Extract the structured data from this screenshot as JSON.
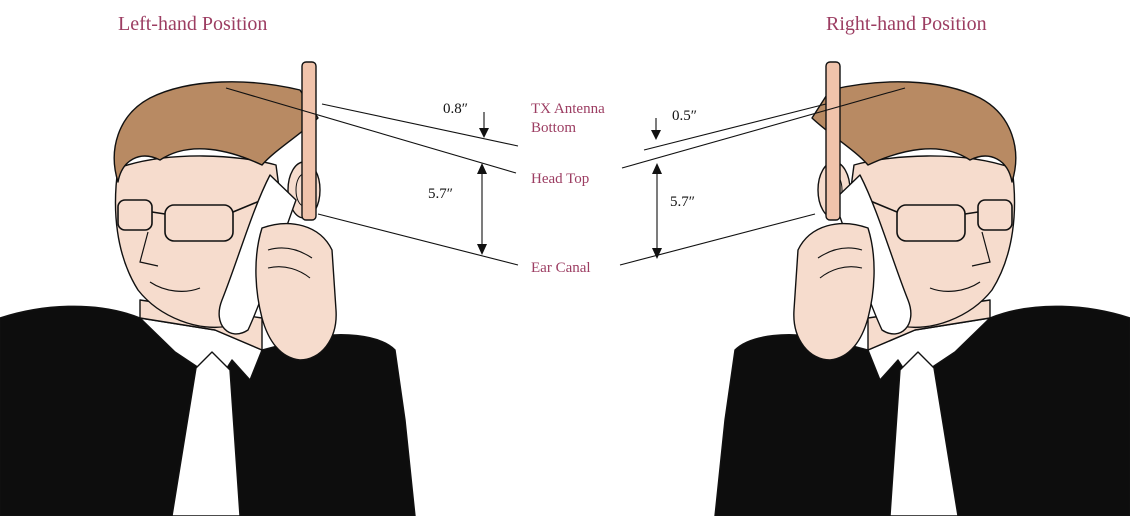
{
  "titles": {
    "left": "Left-hand Position",
    "right": "Right-hand Position"
  },
  "labels": {
    "tx_antenna_line1": "TX Antenna",
    "tx_antenna_line2": "Bottom",
    "head_top": "Head Top",
    "ear_canal": "Ear Canal"
  },
  "measurements": {
    "left_antenna_offset": "0.8″",
    "left_head_to_ear": "5.7″",
    "right_antenna_offset": "0.5″",
    "right_head_to_ear": "5.7″"
  },
  "colors": {
    "label": "#9c3d62",
    "hair": "#b88a63",
    "skin": "#f6dccd",
    "antenna": "#f0c3ab",
    "suit": "#0d0d0d",
    "shirt": "#ffffff"
  }
}
